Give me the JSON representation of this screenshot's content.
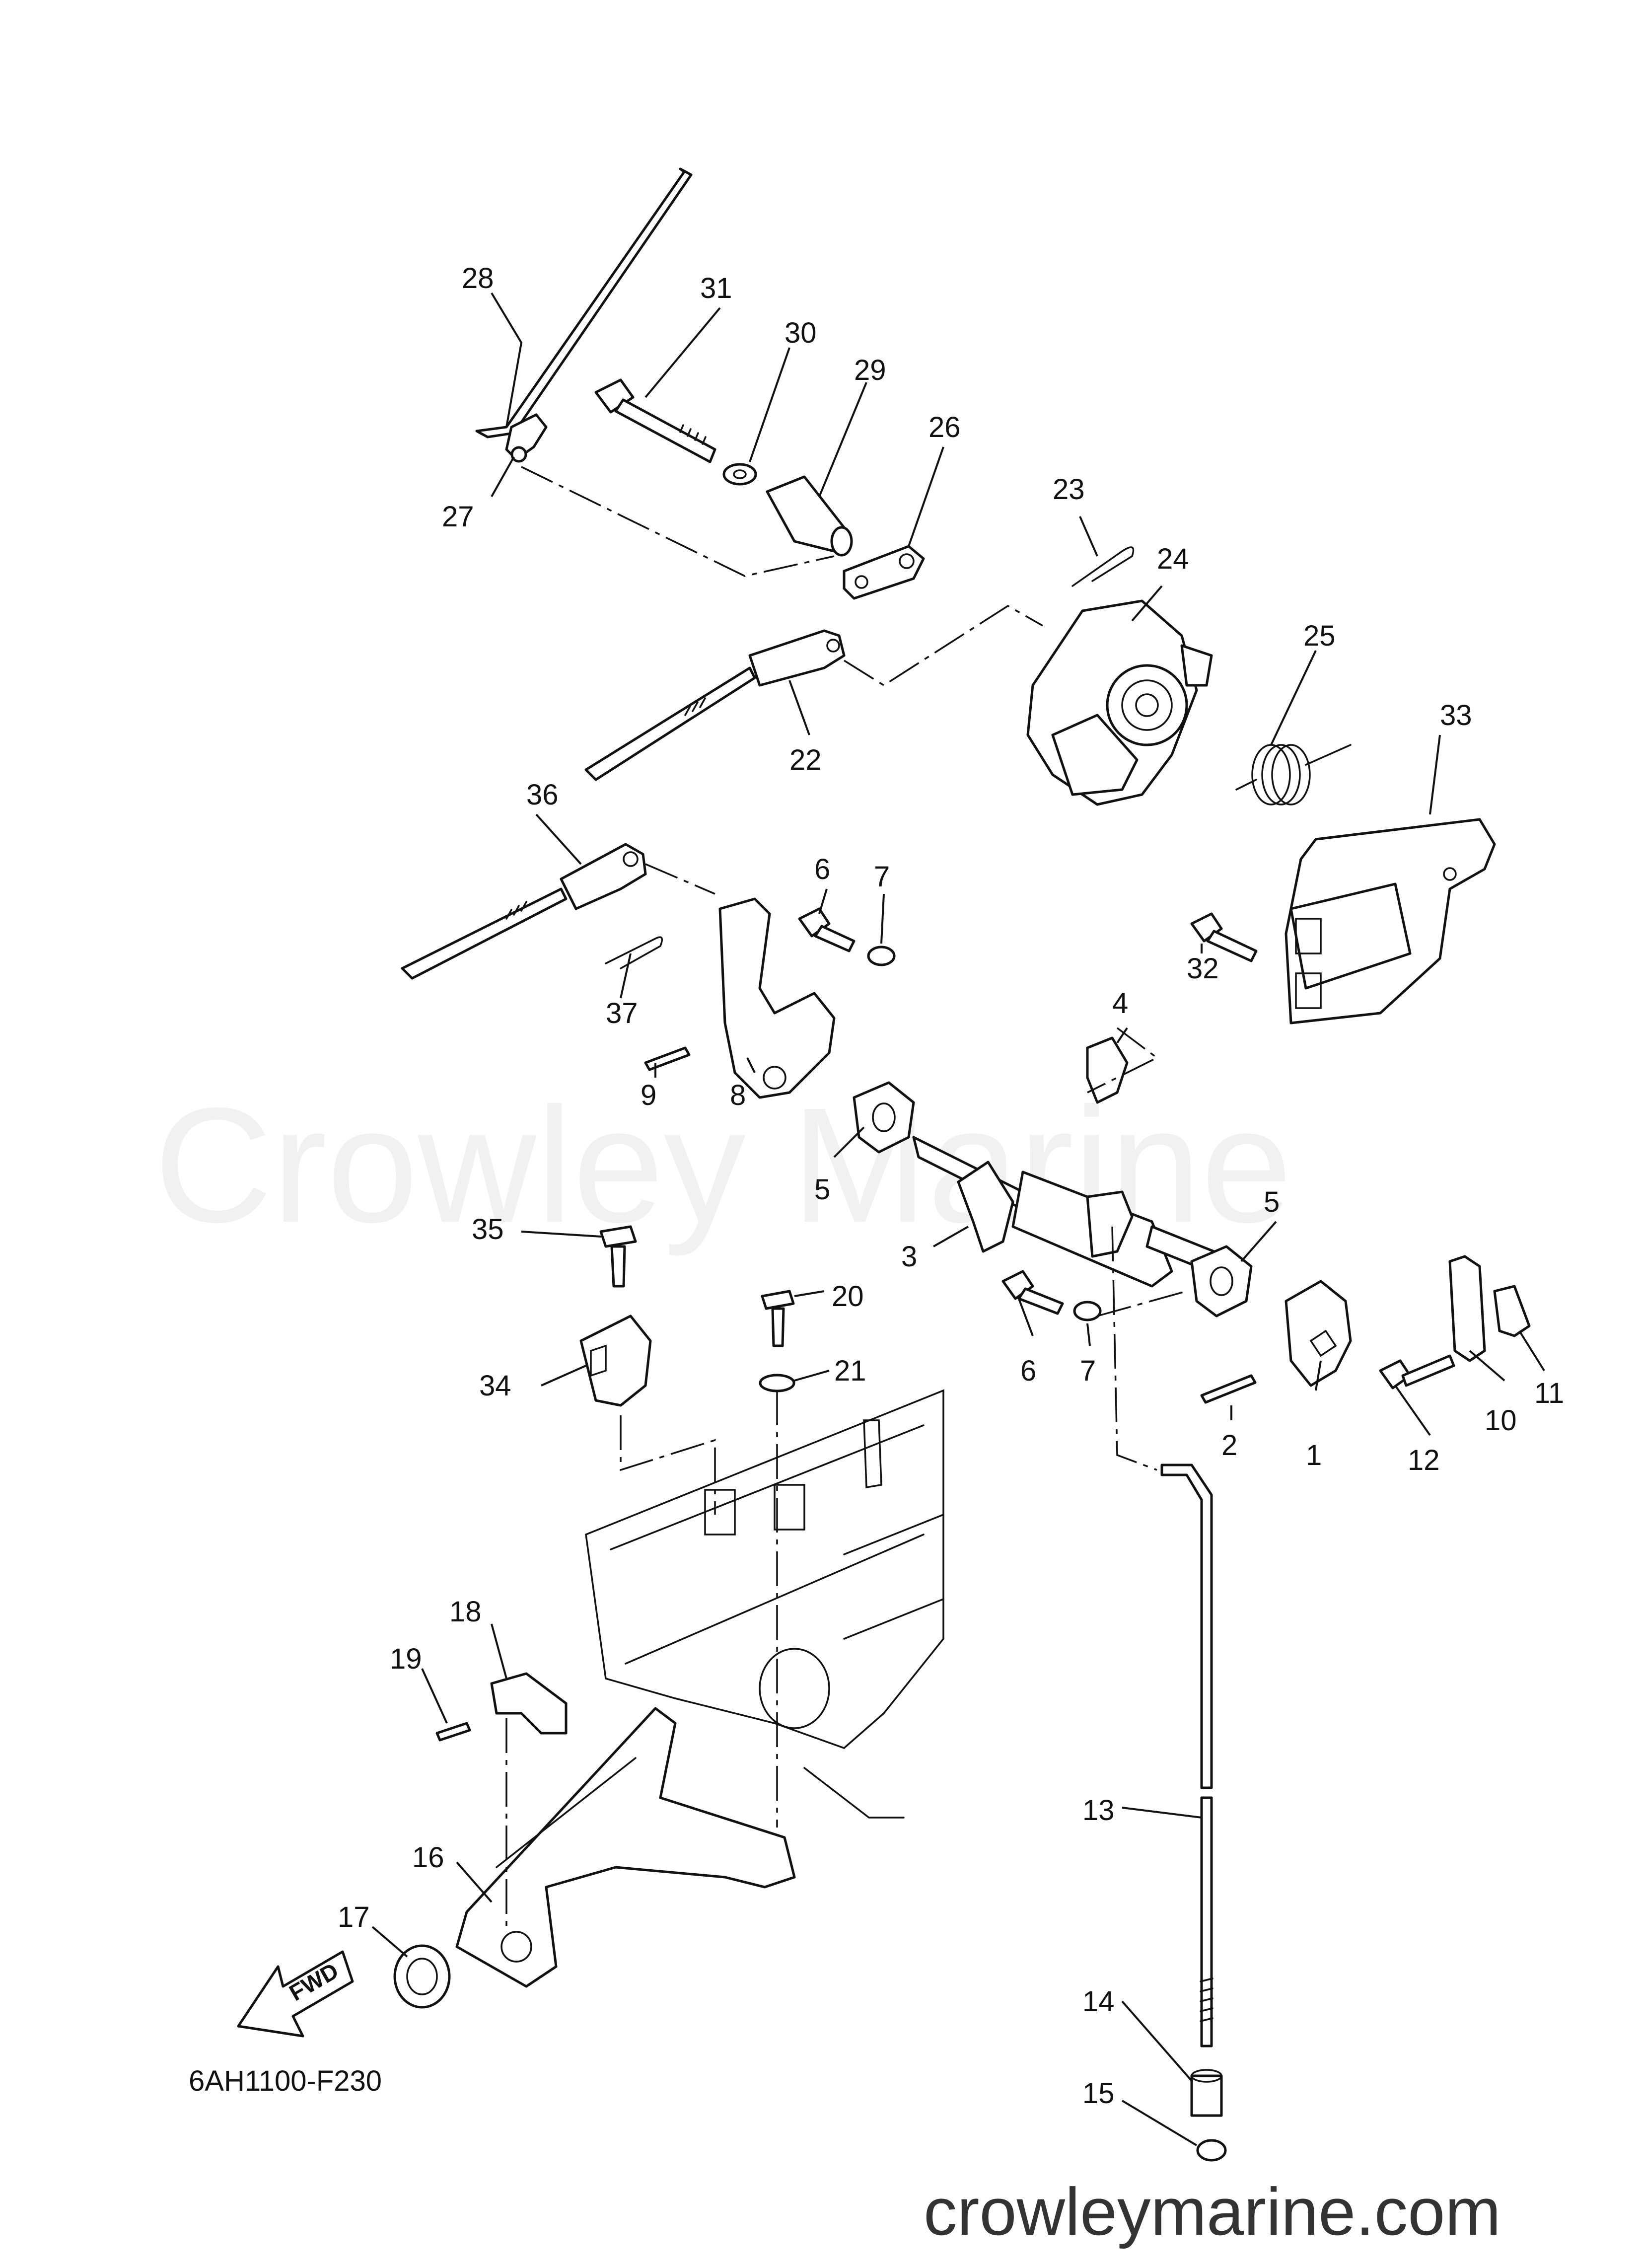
{
  "diagram_code": "6AH1100-F230",
  "watermark": "Crowley Marine",
  "site": "crowleymarine.com",
  "fwd_label": "FWD",
  "callouts": [
    "1",
    "2",
    "3",
    "4",
    "5",
    "5",
    "6",
    "6",
    "7",
    "7",
    "8",
    "9",
    "10",
    "11",
    "12",
    "13",
    "14",
    "15",
    "16",
    "17",
    "18",
    "19",
    "20",
    "21",
    "22",
    "23",
    "24",
    "25",
    "26",
    "27",
    "28",
    "29",
    "30",
    "31",
    "32",
    "33",
    "34",
    "35",
    "36",
    "37"
  ]
}
